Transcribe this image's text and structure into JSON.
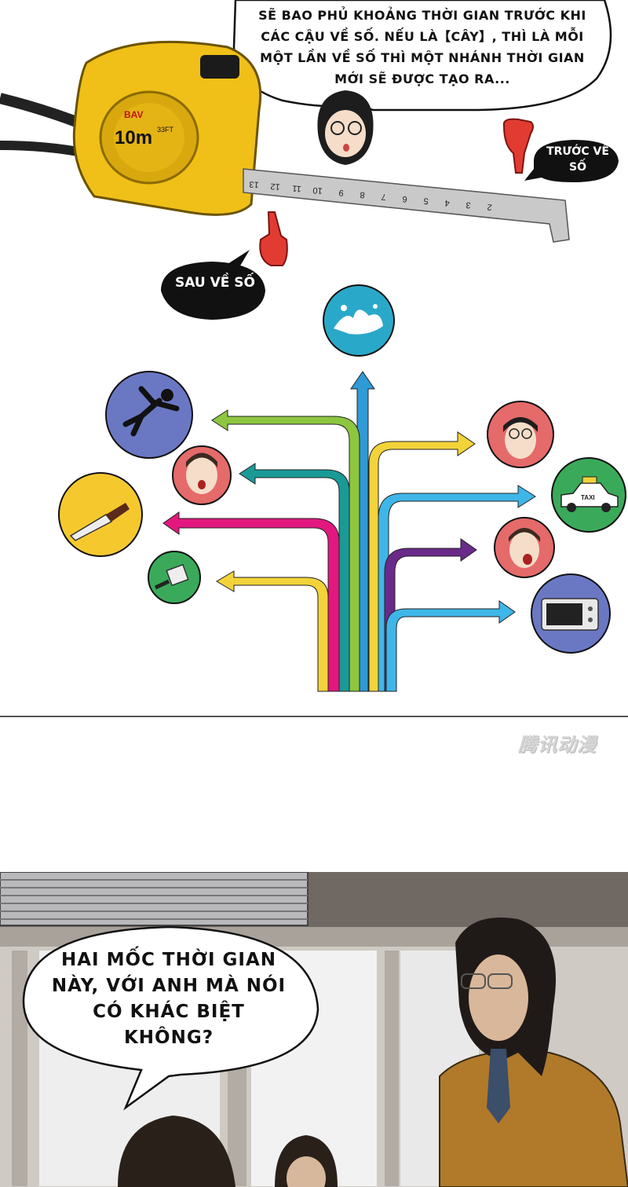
{
  "panel_top": {
    "speech_text": "Sẽ bao phủ khoảng thời gian trước khi các cậu về số. Nếu là【cây】, thì là mỗi một lần về số thì một nhánh thời gian mới sẽ được tạo ra...",
    "before_label": "Trước về số",
    "after_label": "Sau về số",
    "tape": {
      "brand": "BAV",
      "length": "10m",
      "sub": "33FT"
    },
    "ruler_numbers": [
      "13",
      "12",
      "11",
      "10",
      "9",
      "8",
      "7",
      "6",
      "5",
      "4",
      "3",
      "2"
    ],
    "taxi_label": "TAXI",
    "icons": [
      "splash-icon",
      "falling-person-icon",
      "knife-icon",
      "cleaver-icon",
      "surprised-girl-icon",
      "glasses-woman-icon",
      "taxi-icon",
      "screaming-girl-icon",
      "oven-icon",
      "red-hand-pointing-down-icon",
      "red-hand-pointing-up-icon"
    ],
    "colors": {
      "blue": "#2e9ad6",
      "yellow": "#f2d33a",
      "green": "#8dc63f",
      "teal": "#1a9a96",
      "magenta": "#e2187f",
      "purple": "#6a2a8a",
      "skyblue": "#3fb6e8"
    }
  },
  "watermark": "腾讯动漫",
  "panel_bottom": {
    "speech_text": "Hai mốc thời gian này, với anh mà nói có khác biệt không?"
  }
}
